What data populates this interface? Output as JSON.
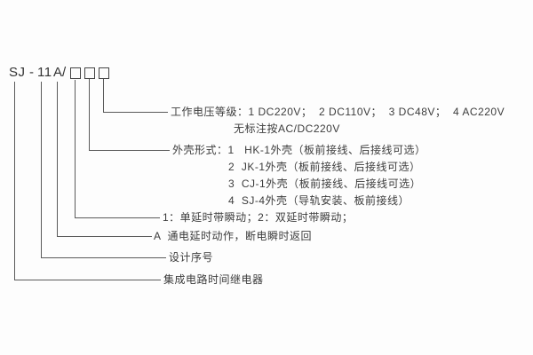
{
  "diagram": {
    "model_code": {
      "series": "SJ",
      "dash": "-",
      "design_number": "11",
      "letter": "A",
      "slash": "/"
    },
    "labels": {
      "voltage_line1": "工作电压等级：1 DC220V；  2 DC110V；  3 DC48V；  4 AC220V",
      "voltage_line2": "无标注按AC/DC220V",
      "case_lines": [
        "外壳形式：1   HK-1外壳（板前接线、后接线可选）",
        "2  JK-1外壳（板前接线、后接线可选）",
        "3  CJ-1外壳（板前接线、后接线可选）",
        "4  SJ-4外壳（导轨安装、板前接线）"
      ],
      "delay_type": "1：单延时带瞬动；2：双延时带瞬动；",
      "action_mode": "A  通电延时动作，断电瞬时返回",
      "design_serial": "设计序号",
      "product_name": "集成电路时间继电器"
    },
    "colors": {
      "text": "#3c3c3c",
      "line": "#5a5a5a",
      "background": "#fdfdfd"
    }
  }
}
